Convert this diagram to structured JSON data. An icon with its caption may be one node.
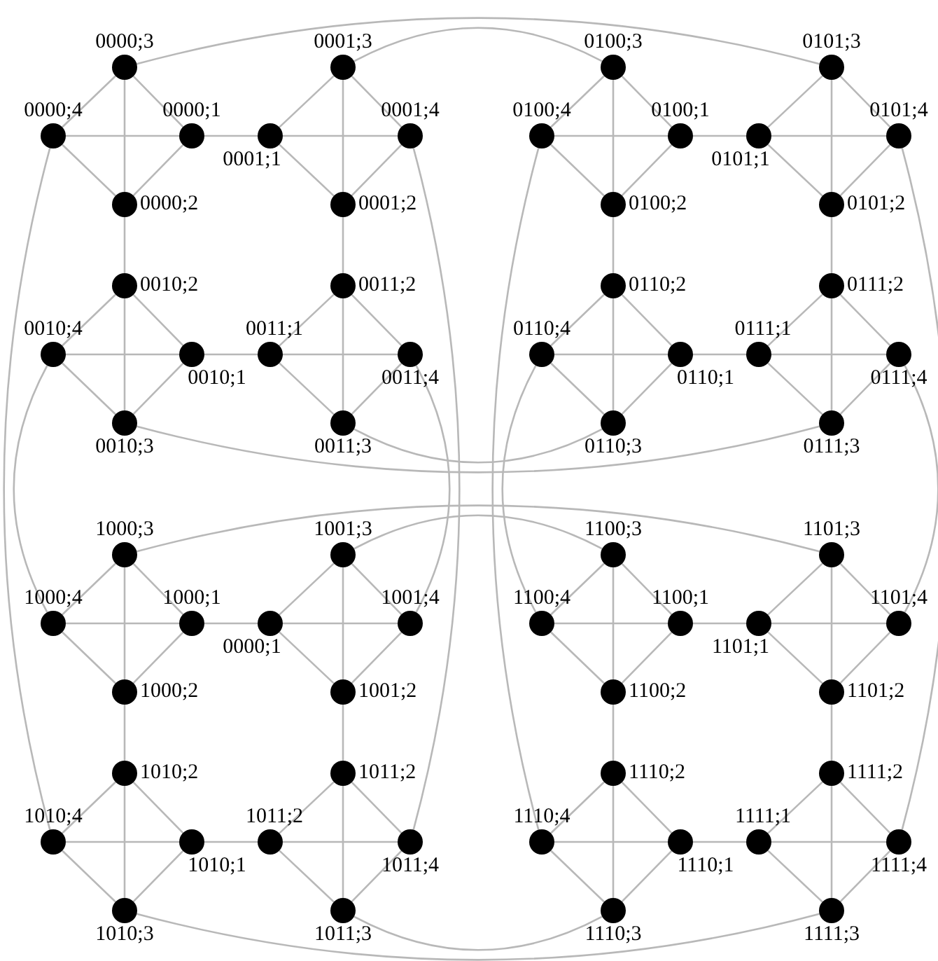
{
  "diagram": {
    "nodes": [
      {
        "text": [],
        "shape": "circle",
        "beside": [
          "0000;1"
        ]
      },
      {
        "text": [],
        "shape": "circle",
        "beside": [
          "0000;2"
        ]
      },
      {
        "text": [],
        "shape": "circle",
        "beside": [
          "0000;3"
        ]
      },
      {
        "text": [],
        "shape": "circle",
        "beside": [
          "0000;4"
        ]
      },
      {
        "text": [],
        "shape": "circle",
        "beside": [
          "0001;1"
        ]
      },
      {
        "text": [],
        "shape": "circle",
        "beside": [
          "0001;2"
        ]
      },
      {
        "text": [],
        "shape": "circle",
        "beside": [
          "0001;3"
        ]
      },
      {
        "text": [],
        "shape": "circle",
        "beside": [
          "0001;4"
        ]
      },
      {
        "text": [],
        "shape": "circle",
        "beside": [
          "0010;1"
        ]
      },
      {
        "text": [],
        "shape": "circle",
        "beside": [
          "0010;2"
        ]
      },
      {
        "text": [],
        "shape": "circle",
        "beside": [
          "0010;3"
        ]
      },
      {
        "text": [],
        "shape": "circle",
        "beside": [
          "0010;4"
        ]
      },
      {
        "text": [],
        "shape": "circle",
        "beside": [
          "0011;1"
        ]
      },
      {
        "text": [],
        "shape": "circle",
        "beside": [
          "0011;2"
        ]
      },
      {
        "text": [],
        "shape": "circle",
        "beside": [
          "0011;3"
        ]
      },
      {
        "text": [],
        "shape": "circle",
        "beside": [
          "0011;4"
        ]
      },
      {
        "text": [],
        "shape": "circle",
        "beside": [
          "0100;1"
        ]
      },
      {
        "text": [],
        "shape": "circle",
        "beside": [
          "0100;2"
        ]
      },
      {
        "text": [],
        "shape": "circle",
        "beside": [
          "0100;3"
        ]
      },
      {
        "text": [],
        "shape": "circle",
        "beside": [
          "0100;4"
        ]
      },
      {
        "text": [],
        "shape": "circle",
        "beside": [
          "0101;1"
        ]
      },
      {
        "text": [],
        "shape": "circle",
        "beside": [
          "0101;2"
        ]
      },
      {
        "text": [],
        "shape": "circle",
        "beside": [
          "0101;3"
        ]
      },
      {
        "text": [],
        "shape": "circle",
        "beside": [
          "0101;4"
        ]
      },
      {
        "text": [],
        "shape": "circle",
        "beside": [
          "0110;1"
        ]
      },
      {
        "text": [],
        "shape": "circle",
        "beside": [
          "0110;2"
        ]
      },
      {
        "text": [],
        "shape": "circle",
        "beside": [
          "0110;3"
        ]
      },
      {
        "text": [],
        "shape": "circle",
        "beside": [
          "0110;4"
        ]
      },
      {
        "text": [],
        "shape": "circle",
        "beside": [
          "0111;1"
        ]
      },
      {
        "text": [],
        "shape": "circle",
        "beside": [
          "0111;2"
        ]
      },
      {
        "text": [],
        "shape": "circle",
        "beside": [
          "0111;3"
        ]
      },
      {
        "text": [],
        "shape": "circle",
        "beside": [
          "0111;4"
        ]
      },
      {
        "text": [],
        "shape": "circle",
        "beside": [
          "1000;1"
        ]
      },
      {
        "text": [],
        "shape": "circle",
        "beside": [
          "1000;2"
        ]
      },
      {
        "text": [],
        "shape": "circle",
        "beside": [
          "1000;3"
        ]
      },
      {
        "text": [],
        "shape": "circle",
        "beside": [
          "1000;4"
        ]
      },
      {
        "text": [],
        "shape": "circle",
        "beside": [
          "0000;1"
        ]
      },
      {
        "text": [],
        "shape": "circle",
        "beside": [
          "1001;2"
        ]
      },
      {
        "text": [],
        "shape": "circle",
        "beside": [
          "1001;3"
        ]
      },
      {
        "text": [],
        "shape": "circle",
        "beside": [
          "1001;4"
        ]
      },
      {
        "text": [],
        "shape": "circle",
        "beside": [
          "1010;1"
        ]
      },
      {
        "text": [],
        "shape": "circle",
        "beside": [
          "1010;2"
        ]
      },
      {
        "text": [],
        "shape": "circle",
        "beside": [
          "1010;3"
        ]
      },
      {
        "text": [],
        "shape": "circle",
        "beside": [
          "1010;4"
        ]
      },
      {
        "text": [],
        "shape": "circle",
        "beside": [
          "1011;2"
        ]
      },
      {
        "text": [],
        "shape": "circle",
        "beside": [
          "1011;2"
        ]
      },
      {
        "text": [],
        "shape": "circle",
        "beside": [
          "1011;3"
        ]
      },
      {
        "text": [],
        "shape": "circle",
        "beside": [
          "1011;4"
        ]
      },
      {
        "text": [],
        "shape": "circle",
        "beside": [
          "1100;1"
        ]
      },
      {
        "text": [],
        "shape": "circle",
        "beside": [
          "1100;2"
        ]
      },
      {
        "text": [],
        "shape": "circle",
        "beside": [
          "1100;3"
        ]
      },
      {
        "text": [],
        "shape": "circle",
        "beside": [
          "1100;4"
        ]
      },
      {
        "text": [],
        "shape": "circle",
        "beside": [
          "1101;1"
        ]
      },
      {
        "text": [],
        "shape": "circle",
        "beside": [
          "1101;2"
        ]
      },
      {
        "text": [],
        "shape": "circle",
        "beside": [
          "1101;3"
        ]
      },
      {
        "text": [],
        "shape": "circle",
        "beside": [
          "1101;4"
        ]
      },
      {
        "text": [],
        "shape": "circle",
        "beside": [
          "1110;1"
        ]
      },
      {
        "text": [],
        "shape": "circle",
        "beside": [
          "1110;2"
        ]
      },
      {
        "text": [],
        "shape": "circle",
        "beside": [
          "1110;3"
        ]
      },
      {
        "text": [],
        "shape": "circle",
        "beside": [
          "1110;4"
        ]
      },
      {
        "text": [],
        "shape": "circle",
        "beside": [
          "1111;1"
        ]
      },
      {
        "text": [],
        "shape": "circle",
        "beside": [
          "1111;2"
        ]
      },
      {
        "text": [],
        "shape": "circle",
        "beside": [
          "1111;3"
        ]
      },
      {
        "text": [],
        "shape": "circle",
        "beside": [
          "1111;4"
        ]
      }
    ],
    "edges": [
      {
        "from": 0,
        "to": 1,
        "arrow": "none"
      },
      {
        "from": 0,
        "to": 2,
        "arrow": "none"
      },
      {
        "from": 0,
        "to": 3,
        "arrow": "none"
      },
      {
        "from": 1,
        "to": 2,
        "arrow": "none"
      },
      {
        "from": 1,
        "to": 3,
        "arrow": "none"
      },
      {
        "from": 2,
        "to": 3,
        "arrow": "none"
      },
      {
        "from": 4,
        "to": 5,
        "arrow": "none"
      },
      {
        "from": 4,
        "to": 6,
        "arrow": "none"
      },
      {
        "from": 4,
        "to": 7,
        "arrow": "none"
      },
      {
        "from": 5,
        "to": 6,
        "arrow": "none"
      },
      {
        "from": 5,
        "to": 7,
        "arrow": "none"
      },
      {
        "from": 6,
        "to": 7,
        "arrow": "none"
      },
      {
        "from": 8,
        "to": 9,
        "arrow": "none"
      },
      {
        "from": 8,
        "to": 10,
        "arrow": "none"
      },
      {
        "from": 8,
        "to": 11,
        "arrow": "none"
      },
      {
        "from": 9,
        "to": 10,
        "arrow": "none"
      },
      {
        "from": 9,
        "to": 11,
        "arrow": "none"
      },
      {
        "from": 10,
        "to": 11,
        "arrow": "none"
      },
      {
        "from": 12,
        "to": 13,
        "arrow": "none"
      },
      {
        "from": 12,
        "to": 14,
        "arrow": "none"
      },
      {
        "from": 12,
        "to": 15,
        "arrow": "none"
      },
      {
        "from": 13,
        "to": 14,
        "arrow": "none"
      },
      {
        "from": 13,
        "to": 15,
        "arrow": "none"
      },
      {
        "from": 14,
        "to": 15,
        "arrow": "none"
      },
      {
        "from": 16,
        "to": 17,
        "arrow": "none"
      },
      {
        "from": 16,
        "to": 18,
        "arrow": "none"
      },
      {
        "from": 16,
        "to": 19,
        "arrow": "none"
      },
      {
        "from": 17,
        "to": 18,
        "arrow": "none"
      },
      {
        "from": 17,
        "to": 19,
        "arrow": "none"
      },
      {
        "from": 18,
        "to": 19,
        "arrow": "none"
      },
      {
        "from": 20,
        "to": 21,
        "arrow": "none"
      },
      {
        "from": 20,
        "to": 22,
        "arrow": "none"
      },
      {
        "from": 20,
        "to": 23,
        "arrow": "none"
      },
      {
        "from": 21,
        "to": 22,
        "arrow": "none"
      },
      {
        "from": 21,
        "to": 23,
        "arrow": "none"
      },
      {
        "from": 22,
        "to": 23,
        "arrow": "none"
      },
      {
        "from": 24,
        "to": 25,
        "arrow": "none"
      },
      {
        "from": 24,
        "to": 26,
        "arrow": "none"
      },
      {
        "from": 24,
        "to": 27,
        "arrow": "none"
      },
      {
        "from": 25,
        "to": 26,
        "arrow": "none"
      },
      {
        "from": 25,
        "to": 27,
        "arrow": "none"
      },
      {
        "from": 26,
        "to": 27,
        "arrow": "none"
      },
      {
        "from": 28,
        "to": 29,
        "arrow": "none"
      },
      {
        "from": 28,
        "to": 30,
        "arrow": "none"
      },
      {
        "from": 28,
        "to": 31,
        "arrow": "none"
      },
      {
        "from": 29,
        "to": 30,
        "arrow": "none"
      },
      {
        "from": 29,
        "to": 31,
        "arrow": "none"
      },
      {
        "from": 30,
        "to": 31,
        "arrow": "none"
      },
      {
        "from": 32,
        "to": 33,
        "arrow": "none"
      },
      {
        "from": 32,
        "to": 34,
        "arrow": "none"
      },
      {
        "from": 32,
        "to": 35,
        "arrow": "none"
      },
      {
        "from": 33,
        "to": 34,
        "arrow": "none"
      },
      {
        "from": 33,
        "to": 35,
        "arrow": "none"
      },
      {
        "from": 34,
        "to": 35,
        "arrow": "none"
      },
      {
        "from": 36,
        "to": 37,
        "arrow": "none"
      },
      {
        "from": 36,
        "to": 38,
        "arrow": "none"
      },
      {
        "from": 36,
        "to": 39,
        "arrow": "none"
      },
      {
        "from": 37,
        "to": 38,
        "arrow": "none"
      },
      {
        "from": 37,
        "to": 39,
        "arrow": "none"
      },
      {
        "from": 38,
        "to": 39,
        "arrow": "none"
      },
      {
        "from": 40,
        "to": 41,
        "arrow": "none"
      },
      {
        "from": 40,
        "to": 42,
        "arrow": "none"
      },
      {
        "from": 40,
        "to": 43,
        "arrow": "none"
      },
      {
        "from": 41,
        "to": 42,
        "arrow": "none"
      },
      {
        "from": 41,
        "to": 43,
        "arrow": "none"
      },
      {
        "from": 42,
        "to": 43,
        "arrow": "none"
      },
      {
        "from": 44,
        "to": 45,
        "arrow": "none"
      },
      {
        "from": 44,
        "to": 46,
        "arrow": "none"
      },
      {
        "from": 44,
        "to": 47,
        "arrow": "none"
      },
      {
        "from": 45,
        "to": 46,
        "arrow": "none"
      },
      {
        "from": 45,
        "to": 47,
        "arrow": "none"
      },
      {
        "from": 46,
        "to": 47,
        "arrow": "none"
      },
      {
        "from": 48,
        "to": 49,
        "arrow": "none"
      },
      {
        "from": 48,
        "to": 50,
        "arrow": "none"
      },
      {
        "from": 48,
        "to": 51,
        "arrow": "none"
      },
      {
        "from": 49,
        "to": 50,
        "arrow": "none"
      },
      {
        "from": 49,
        "to": 51,
        "arrow": "none"
      },
      {
        "from": 50,
        "to": 51,
        "arrow": "none"
      },
      {
        "from": 52,
        "to": 53,
        "arrow": "none"
      },
      {
        "from": 52,
        "to": 54,
        "arrow": "none"
      },
      {
        "from": 52,
        "to": 55,
        "arrow": "none"
      },
      {
        "from": 53,
        "to": 54,
        "arrow": "none"
      },
      {
        "from": 53,
        "to": 55,
        "arrow": "none"
      },
      {
        "from": 54,
        "to": 55,
        "arrow": "none"
      },
      {
        "from": 56,
        "to": 57,
        "arrow": "none"
      },
      {
        "from": 56,
        "to": 58,
        "arrow": "none"
      },
      {
        "from": 56,
        "to": 59,
        "arrow": "none"
      },
      {
        "from": 57,
        "to": 58,
        "arrow": "none"
      },
      {
        "from": 57,
        "to": 59,
        "arrow": "none"
      },
      {
        "from": 58,
        "to": 59,
        "arrow": "none"
      },
      {
        "from": 60,
        "to": 61,
        "arrow": "none"
      },
      {
        "from": 60,
        "to": 62,
        "arrow": "none"
      },
      {
        "from": 60,
        "to": 63,
        "arrow": "none"
      },
      {
        "from": 61,
        "to": 62,
        "arrow": "none"
      },
      {
        "from": 61,
        "to": 63,
        "arrow": "none"
      },
      {
        "from": 62,
        "to": 63,
        "arrow": "none"
      },
      {
        "from": 0,
        "to": 4,
        "arrow": "none"
      },
      {
        "from": 8,
        "to": 12,
        "arrow": "none"
      },
      {
        "from": 1,
        "to": 9,
        "arrow": "none"
      },
      {
        "from": 5,
        "to": 13,
        "arrow": "none"
      },
      {
        "from": 16,
        "to": 20,
        "arrow": "none"
      },
      {
        "from": 24,
        "to": 28,
        "arrow": "none"
      },
      {
        "from": 17,
        "to": 25,
        "arrow": "none"
      },
      {
        "from": 21,
        "to": 29,
        "arrow": "none"
      },
      {
        "from": 32,
        "to": 36,
        "arrow": "none"
      },
      {
        "from": 40,
        "to": 44,
        "arrow": "none"
      },
      {
        "from": 33,
        "to": 41,
        "arrow": "none"
      },
      {
        "from": 37,
        "to": 45,
        "arrow": "none"
      },
      {
        "from": 48,
        "to": 52,
        "arrow": "none"
      },
      {
        "from": 56,
        "to": 60,
        "arrow": "none"
      },
      {
        "from": 49,
        "to": 57,
        "arrow": "none"
      },
      {
        "from": 53,
        "to": 61,
        "arrow": "none"
      },
      {
        "from": 2,
        "to": 22,
        "arrow": "none"
      },
      {
        "from": 6,
        "to": 18,
        "arrow": "none"
      },
      {
        "from": 10,
        "to": 30,
        "arrow": "none"
      },
      {
        "from": 14,
        "to": 26,
        "arrow": "none"
      },
      {
        "from": 34,
        "to": 54,
        "arrow": "none"
      },
      {
        "from": 38,
        "to": 50,
        "arrow": "none"
      },
      {
        "from": 42,
        "to": 62,
        "arrow": "none"
      },
      {
        "from": 46,
        "to": 58,
        "arrow": "none"
      },
      {
        "from": 3,
        "to": 43,
        "arrow": "none"
      },
      {
        "from": 11,
        "to": 35,
        "arrow": "none"
      },
      {
        "from": 7,
        "to": 47,
        "arrow": "none"
      },
      {
        "from": 15,
        "to": 39,
        "arrow": "none"
      },
      {
        "from": 19,
        "to": 59,
        "arrow": "none"
      },
      {
        "from": 27,
        "to": 51,
        "arrow": "none"
      },
      {
        "from": 23,
        "to": 63,
        "arrow": "none"
      },
      {
        "from": 31,
        "to": 55,
        "arrow": "none"
      }
    ]
  }
}
